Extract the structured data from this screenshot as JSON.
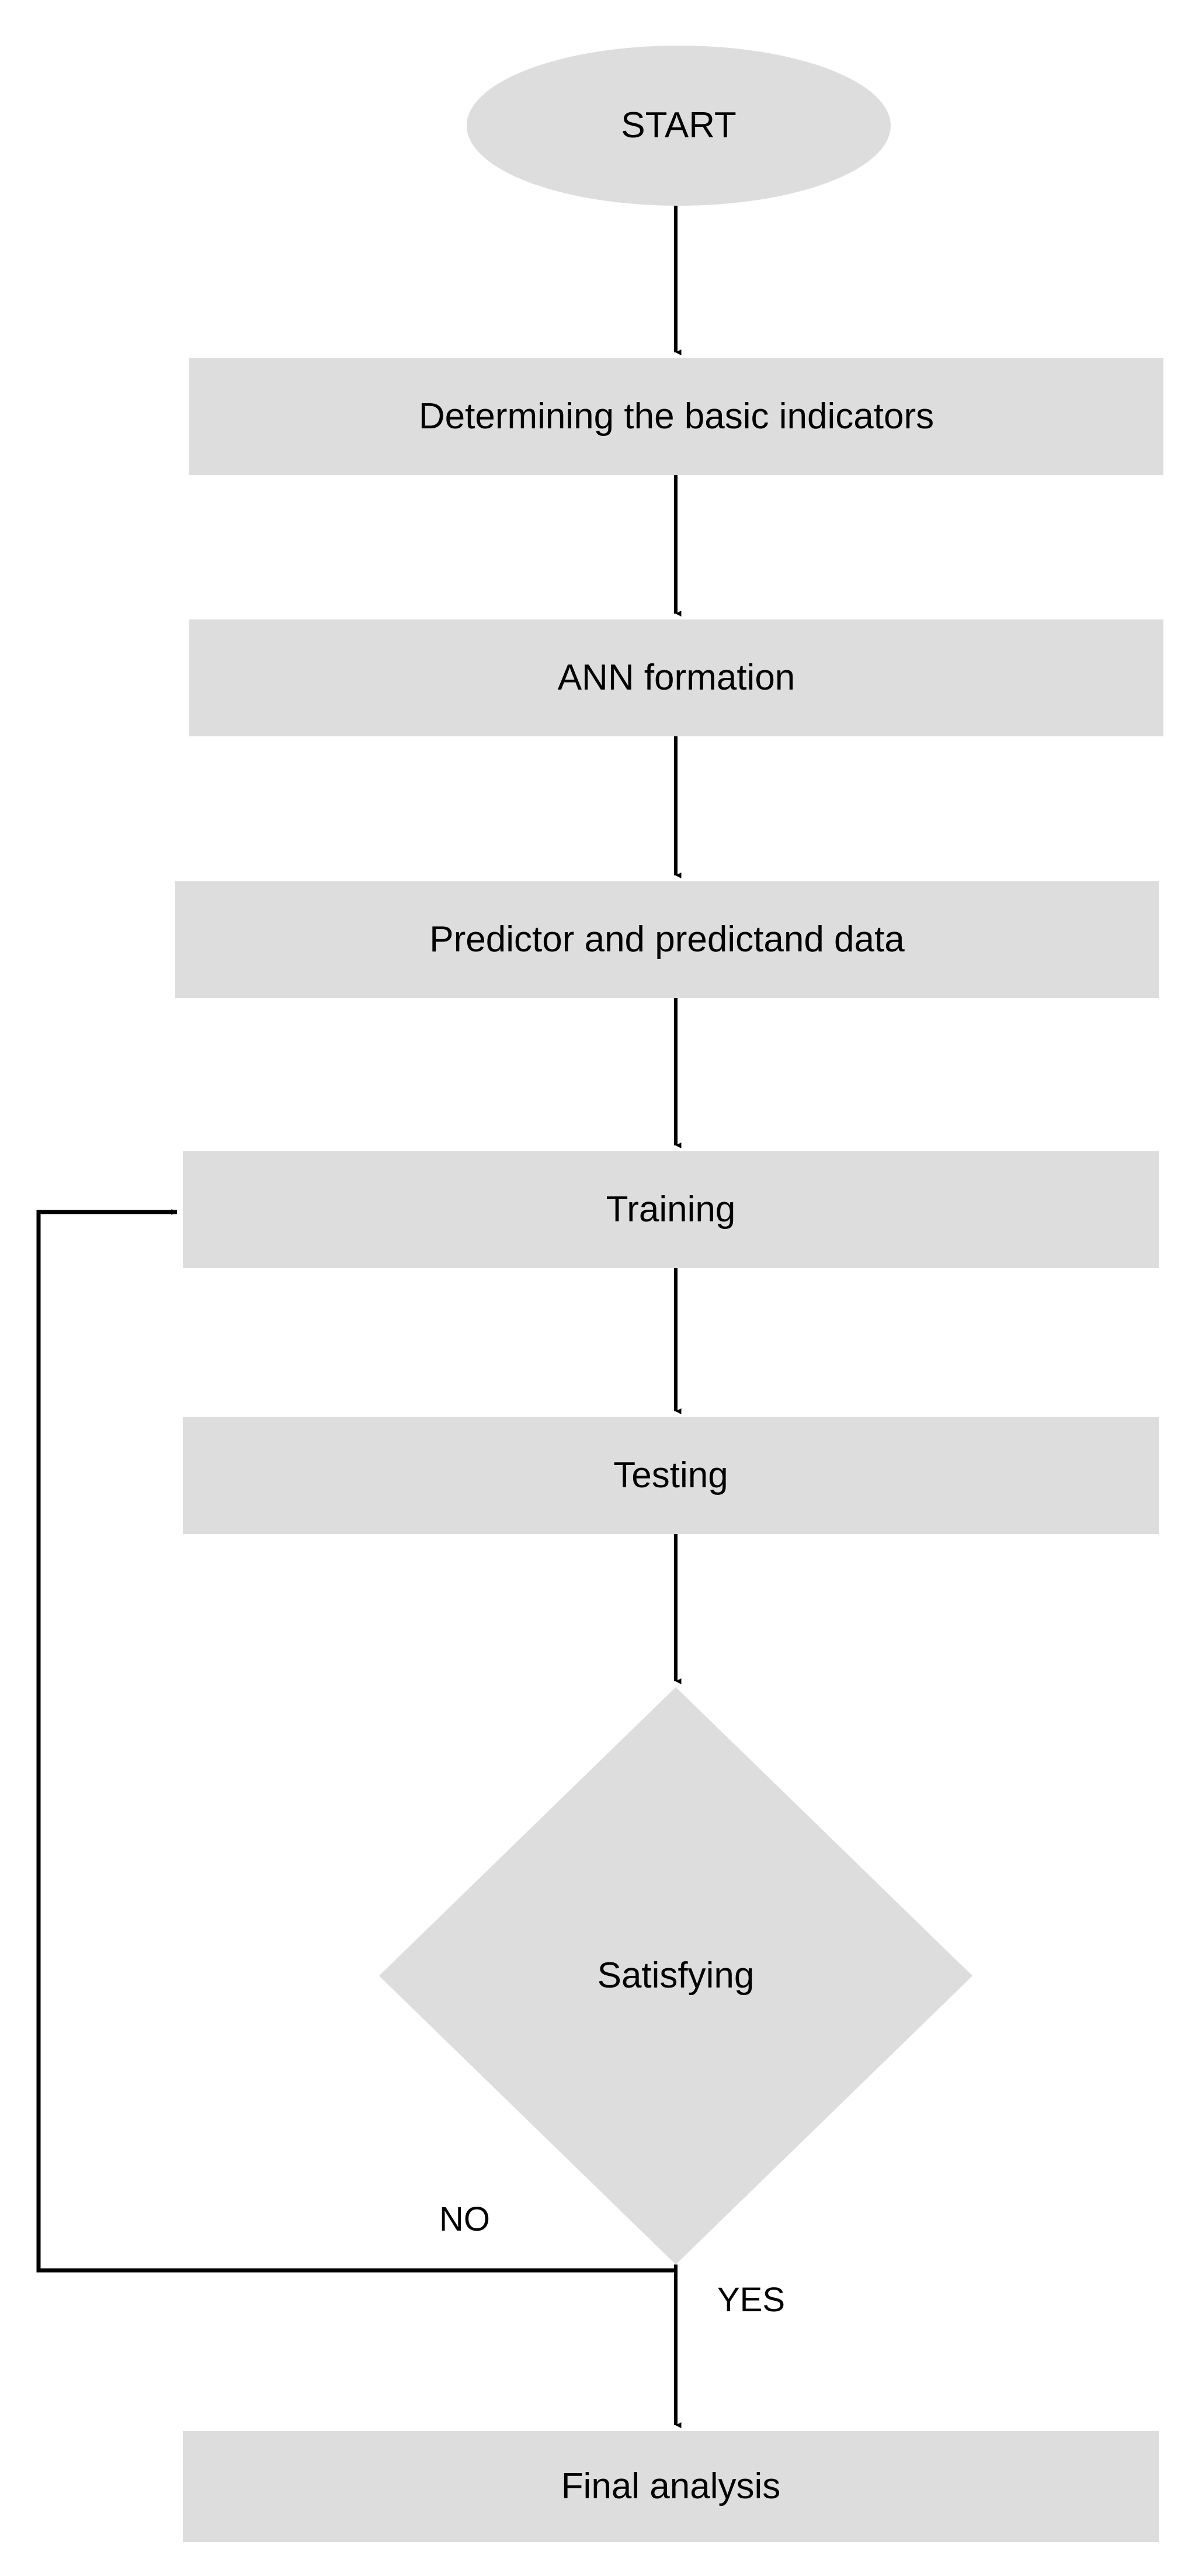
{
  "diagram": {
    "title": "ANN methodology flowchart",
    "background_color": "#ffffff",
    "shape_fill_color": "#dddddd",
    "line_color": "#000000",
    "text_color": "#000000"
  },
  "nodes": [
    {
      "id": "start",
      "shape": "ellipse",
      "label": "START"
    },
    {
      "id": "basic-indicators",
      "shape": "rectangle",
      "label": "Determining the basic indicators"
    },
    {
      "id": "ann-formation",
      "shape": "rectangle",
      "label": "ANN formation"
    },
    {
      "id": "predictor-predictand",
      "shape": "rectangle",
      "label": "Predictor and predictand data"
    },
    {
      "id": "training",
      "shape": "rectangle",
      "label": "Training"
    },
    {
      "id": "testing",
      "shape": "rectangle",
      "label": "Testing"
    },
    {
      "id": "satisfying",
      "shape": "diamond",
      "label": "Satisfying"
    },
    {
      "id": "final-analysis",
      "shape": "rectangle",
      "label": "Final analysis"
    }
  ],
  "edge_labels": {
    "no": "NO",
    "yes": "YES"
  },
  "edges": [
    {
      "from": "start",
      "to": "basic-indicators",
      "label": ""
    },
    {
      "from": "basic-indicators",
      "to": "ann-formation",
      "label": ""
    },
    {
      "from": "ann-formation",
      "to": "predictor-predictand",
      "label": ""
    },
    {
      "from": "predictor-predictand",
      "to": "training",
      "label": ""
    },
    {
      "from": "training",
      "to": "testing",
      "label": ""
    },
    {
      "from": "testing",
      "to": "satisfying",
      "label": ""
    },
    {
      "from": "satisfying",
      "to": "training",
      "label": "NO"
    },
    {
      "from": "satisfying",
      "to": "final-analysis",
      "label": "YES"
    }
  ]
}
